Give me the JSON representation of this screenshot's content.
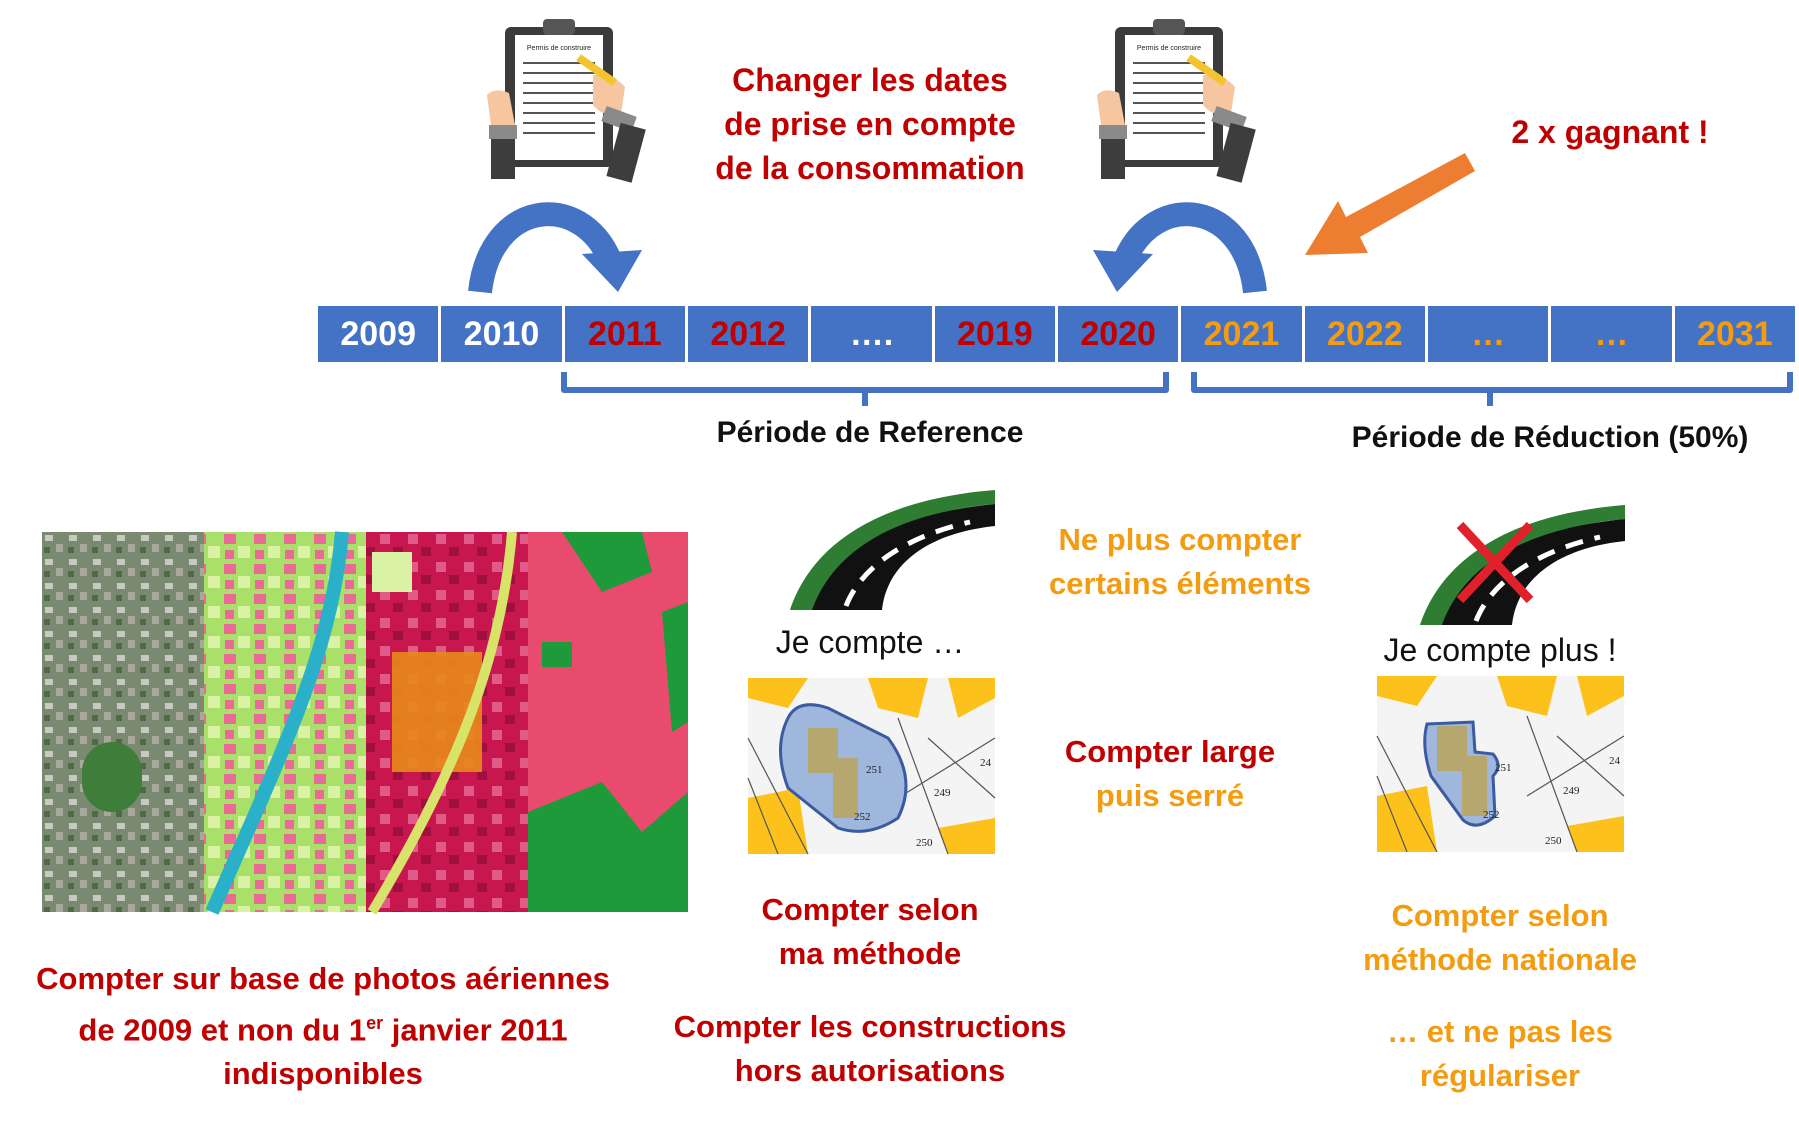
{
  "colors": {
    "blue": "#4472c4",
    "red": "#c00000",
    "orange": "#f39c12",
    "arrow": "#ed7d31"
  },
  "clipboard_title": "Permis de construire",
  "top_caption": [
    "Changer les dates",
    "de prise en compte",
    "de la consommation"
  ],
  "winner_label": "2 x gagnant !",
  "timeline": [
    {
      "label": "2009",
      "tone": "white"
    },
    {
      "label": "2010",
      "tone": "white"
    },
    {
      "label": "2011",
      "tone": "red"
    },
    {
      "label": "2012",
      "tone": "red"
    },
    {
      "label": "….",
      "tone": "white"
    },
    {
      "label": "2019",
      "tone": "red"
    },
    {
      "label": "2020",
      "tone": "red"
    },
    {
      "label": "2021",
      "tone": "orange"
    },
    {
      "label": "2022",
      "tone": "orange"
    },
    {
      "label": "…",
      "tone": "orange"
    },
    {
      "label": "…",
      "tone": "orange"
    },
    {
      "label": "2031",
      "tone": "orange"
    }
  ],
  "periods": {
    "reference": "Période de Reference",
    "reduction": "Période de Réduction (50%)"
  },
  "left_caption": {
    "line1": "Compter sur base de photos aériennes",
    "line2_a": "de 2009 et non du 1",
    "line2_sup": "er",
    "line2_b": " janvier 2011",
    "line3": "indisponibles"
  },
  "middle": {
    "road_label": "Je compte …",
    "method": [
      "Compter selon",
      "ma méthode"
    ],
    "unauthorised": [
      "Compter les constructions",
      "hors autorisations"
    ]
  },
  "center": {
    "no_count": [
      "Ne plus compter",
      "certains éléments"
    ],
    "wide_then_tight": [
      "Compter large",
      "puis serré"
    ]
  },
  "right": {
    "road_label": "Je compte plus !",
    "method": [
      "Compter selon",
      "méthode nationale"
    ],
    "regularise": [
      "… et ne pas les",
      "régulariser"
    ]
  },
  "parcels": [
    "251",
    "252",
    "249",
    "250",
    "24"
  ]
}
